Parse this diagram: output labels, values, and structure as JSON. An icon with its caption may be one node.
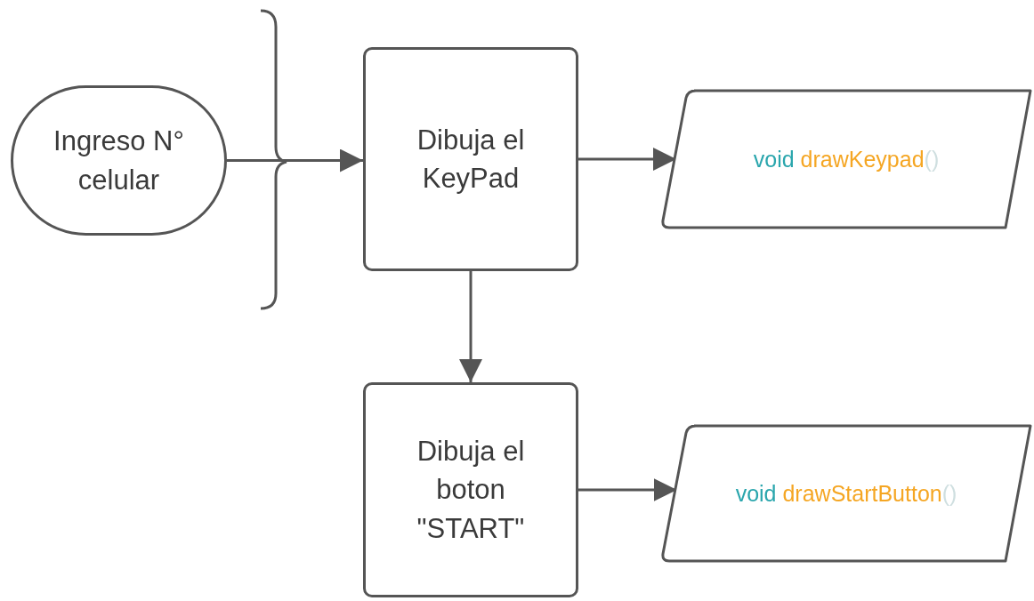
{
  "diagram": {
    "nodes": [
      {
        "text": [
          "Ingreso N° celular"
        ]
      },
      {
        "text": [
          "Dibuja el KeyPad"
        ]
      },
      {
        "text": [
          "void drawKeypad()"
        ]
      },
      {
        "text": [
          "Dibuja el boton \"START\""
        ]
      },
      {
        "text": [
          "void drawStartButton()"
        ]
      }
    ],
    "edges": [
      {
        "from": 0,
        "to": 1,
        "arrow": "to"
      },
      {
        "from": 1,
        "to": 2,
        "arrow": "to"
      },
      {
        "from": 1,
        "to": 3,
        "arrow": "to"
      },
      {
        "from": 3,
        "to": 4,
        "arrow": "to"
      }
    ]
  }
}
